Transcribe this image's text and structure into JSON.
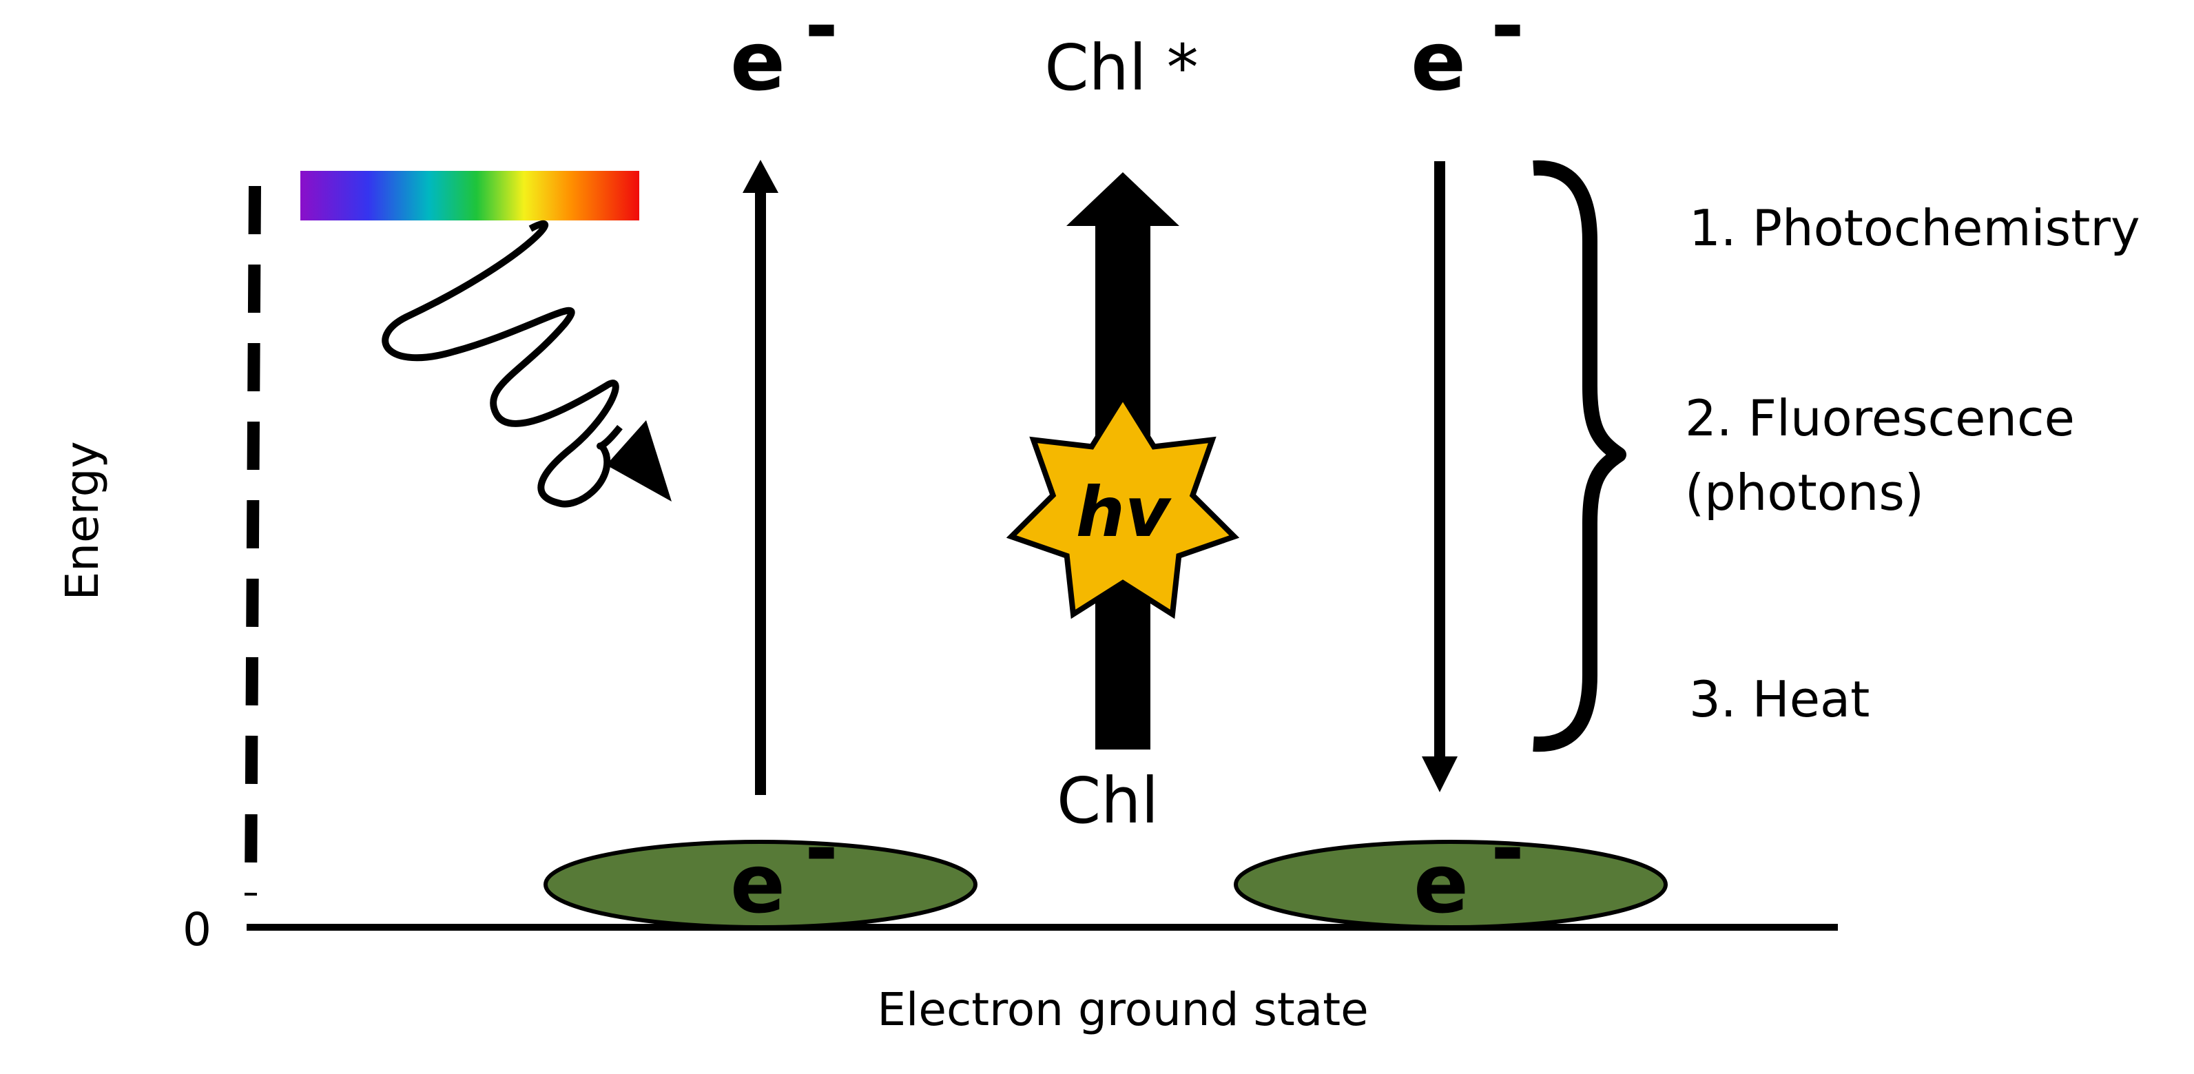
{
  "diagram": {
    "y_axis_label": "Energy",
    "x_axis_label": "Electron ground state",
    "zero_label": "0",
    "electron_symbol": "e",
    "minus": "-",
    "excited_label": "Chl *",
    "ground_label": "Chl",
    "photon_label": "hv",
    "outcomes": [
      "1. Photochemistry",
      "2. Fluorescence",
      "(photons)",
      "3. Heat"
    ],
    "colors": {
      "ellipse_fill": "#577a37",
      "star_fill": "#f5b800",
      "spectrum": [
        "#8a0fc9",
        "#3535ef",
        "#00b8c0",
        "#1fc43a",
        "#f4f01a",
        "#ff8f00",
        "#f00b0b"
      ]
    }
  }
}
